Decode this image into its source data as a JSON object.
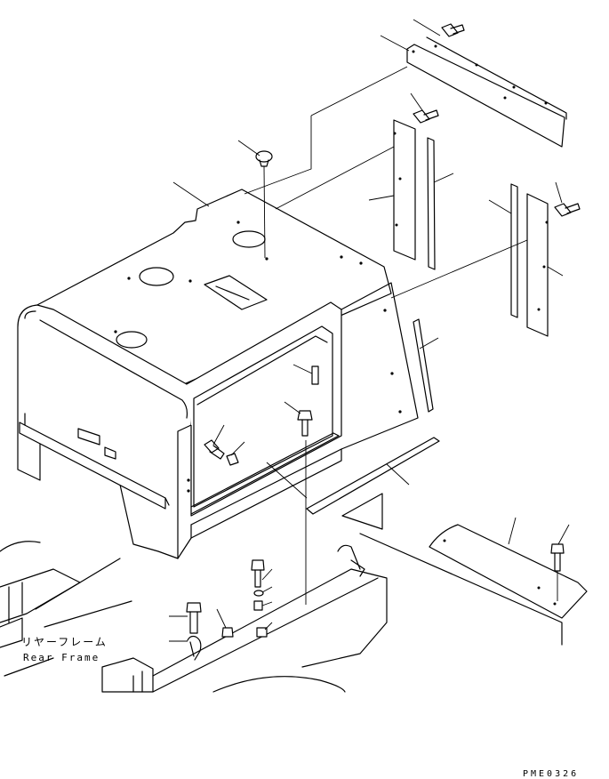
{
  "labels": {
    "rear_frame_jp": "リヤーフレーム",
    "rear_frame_en": "Rear Frame"
  },
  "drawing_code": "PME0326",
  "colors": {
    "line": "#000000",
    "background": "#ffffff"
  }
}
